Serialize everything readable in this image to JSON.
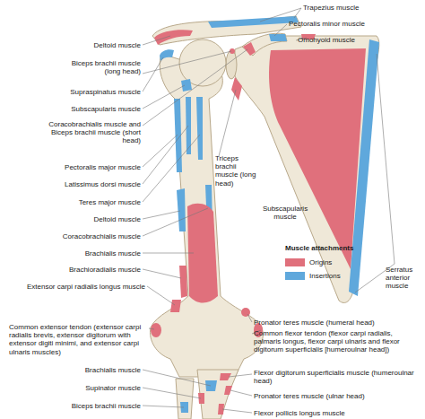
{
  "diagram": {
    "labels": [
      "Trapezius muscle",
      "Pectoralis minor muscle",
      "Omohyoid muscle",
      "Deltoid muscle",
      "Biceps brachii muscle (long head)",
      "Supraspinatus muscle",
      "Subscapularis muscle",
      "Coracobrachialis muscle and Biceps brachii muscle (short head)",
      "Pectoralis major muscle",
      "Latissimus dorsi muscle",
      "Teres major muscle",
      "Deltoid muscle",
      "Coracobrachialis muscle",
      "Brachialis muscle",
      "Brachioradialis muscle",
      "Extensor carpi radialis longus muscle",
      "Common extensor tendon (extensor carpi radialis brevis, extensor digitorum with extensor digiti minimi, and extensor carpi ulnaris muscles)",
      "Brachialis muscle",
      "Supinator muscle",
      "Biceps brachii muscle",
      "Triceps brachii muscle (long head)",
      "Subscapularis muscle",
      "Serratus anterior muscle",
      "Muscle attachments",
      "Pronator teres muscle (humeral head)",
      "Common flexor tendon (flexor carpi radialis, palmaris longus, flexor carpi ulnaris and flexor digitorum superficialis [humeroulnar head])",
      "Flexor digitorum superficialis muscle (humeroulnar head)",
      "Pronator teres muscle (ulnar head)",
      "Flexor pollicis longus muscle"
    ],
    "legend": [
      {
        "text": "Origins",
        "color": "#e0707c"
      },
      {
        "text": "Insertions",
        "color": "#5fa8dc"
      }
    ]
  }
}
